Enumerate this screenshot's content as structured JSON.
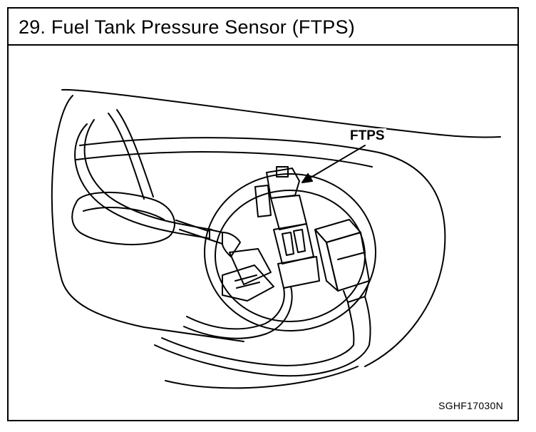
{
  "title": "29.  Fuel Tank Pressure Sensor (FTPS)",
  "callout": {
    "label": "FTPS"
  },
  "figure_code": "SGHF17030N",
  "colors": {
    "line": "#000000",
    "background": "#ffffff"
  }
}
